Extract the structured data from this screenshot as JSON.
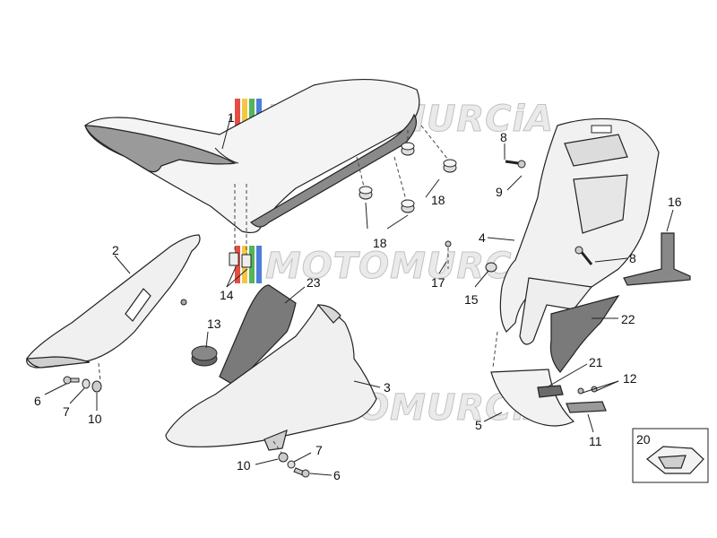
{
  "watermark": {
    "text": "MOTOMURCiA",
    "stripe_colors": [
      "#e23b2e",
      "#f2c230",
      "#3fae49",
      "#3b6fd6"
    ]
  },
  "callouts": {
    "c1": "1",
    "c2": "2",
    "c3": "3",
    "c4": "4",
    "c5": "5",
    "c6a": "6",
    "c6b": "6",
    "c7a": "7",
    "c7b": "7",
    "c8a": "8",
    "c8b": "8",
    "c9": "9",
    "c10a": "10",
    "c10b": "10",
    "c11": "11",
    "c12": "12",
    "c13": "13",
    "c14": "14",
    "c15": "15",
    "c16": "16",
    "c17": "17",
    "c18a": "18",
    "c18b": "18",
    "c20": "20",
    "c21": "21",
    "c22": "22",
    "c23": "23"
  },
  "colors": {
    "line": "#222222",
    "part_fill": "#f2f2f2",
    "dark_fill": "#7a7a7a",
    "seat_grey": "#9a9a9a"
  }
}
